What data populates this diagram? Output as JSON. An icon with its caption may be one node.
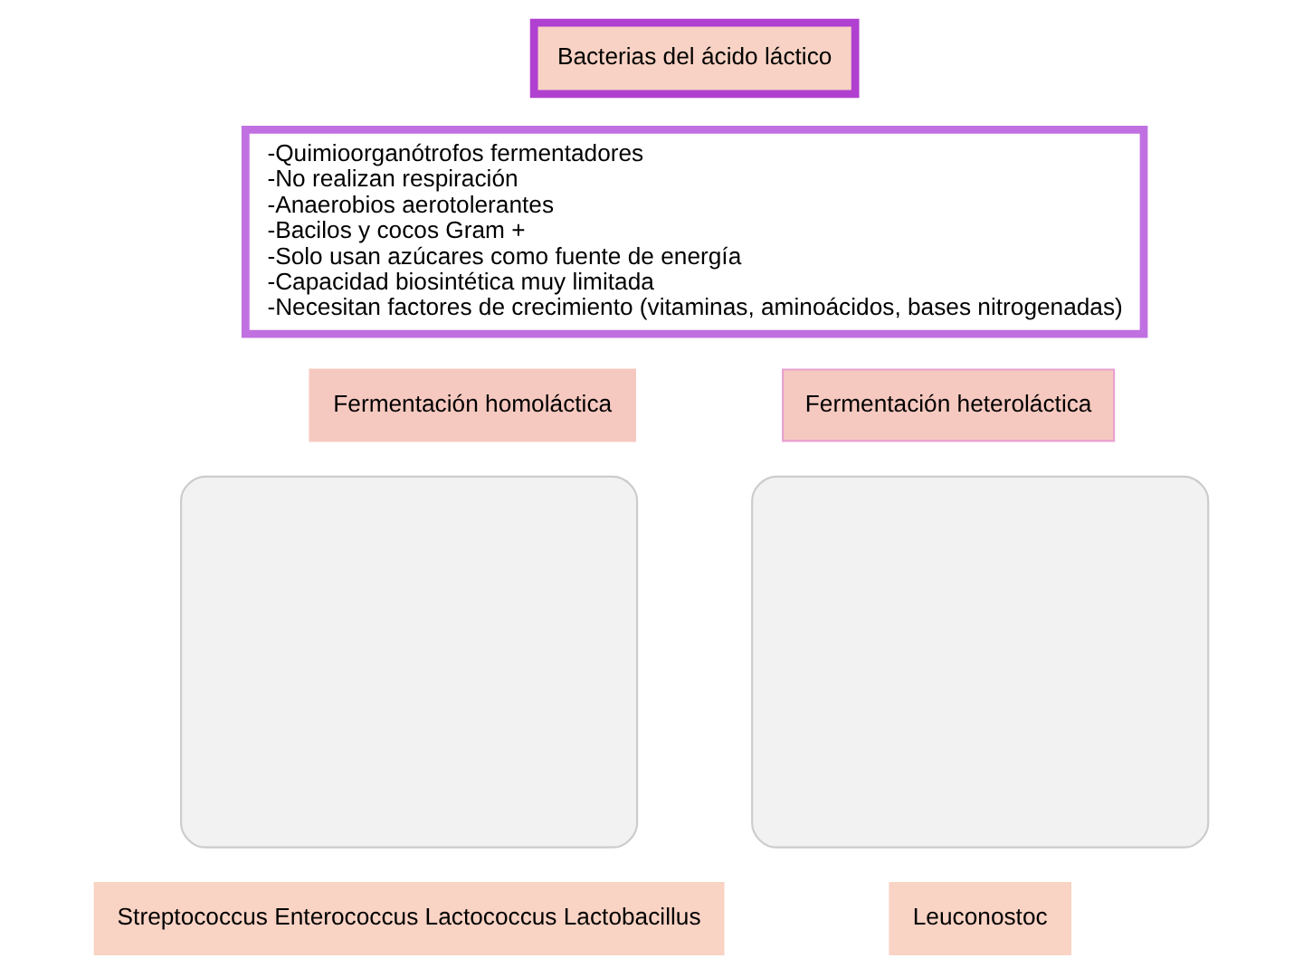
{
  "diagram": {
    "nodes": [
      {
        "text": [
          "Bacterias del ácido láctico"
        ]
      },
      {
        "text": [
          "-Quimioorganótrofos fermentadores -No realizan respiración -Anaerobios aerotolerantes -Bacilos y cocos Gram + -Solo usan azúcares como fuente de energía -Capacidad biosintética muy limitada -Necesitan factores de crecimiento (vitaminas, aminoácidos, bases nitrogenadas)"
        ]
      },
      {
        "text": [
          "Fermentación homoláctica"
        ]
      },
      {
        "text": [],
        "shape": "box"
      },
      {
        "text": [
          "Streptococcus Enterococcus Lactococcus Lactobacillus"
        ]
      },
      {
        "text": [
          "Fermentación heteroláctica"
        ]
      },
      {
        "text": [],
        "shape": "box"
      },
      {
        "text": [
          "Leuconostoc"
        ]
      }
    ]
  }
}
